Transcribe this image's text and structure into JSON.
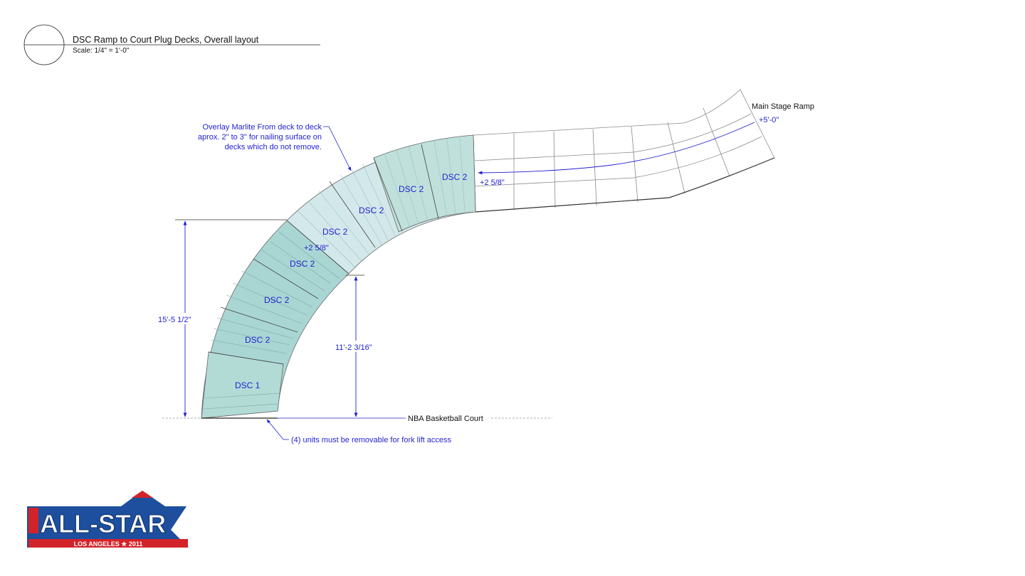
{
  "title_block": {
    "title": "DSC Ramp to Court Plug Decks, Overall layout",
    "scale": "Scale: 1/4\" = 1'-0\""
  },
  "labels": {
    "main_stage_ramp": "Main Stage Ramp",
    "court": "NBA Basketball Court"
  },
  "elevations": {
    "main_stage": "+5'-0\"",
    "ramp_end": "+2 5/8\"",
    "curve_mid": "+2 5/8\""
  },
  "dimensions": {
    "outer_height": "15'-5 1/2\"",
    "inner_height": "11'-2 3/16\""
  },
  "notes": {
    "overlay": [
      "Overlay Marlite From deck to deck",
      "aprox. 2\"  to 3\" for nailing surface on",
      "decks which do not remove."
    ],
    "removable": "(4) units must be removable for fork lift access"
  },
  "decks": [
    {
      "id": "dsc1",
      "label": "DSC 1"
    },
    {
      "id": "dsc2a",
      "label": "DSC 2"
    },
    {
      "id": "dsc2b",
      "label": "DSC 2"
    },
    {
      "id": "dsc2c",
      "label": "DSC 2"
    },
    {
      "id": "dsc2d",
      "label": "DSC 2"
    },
    {
      "id": "dsc2e",
      "label": "DSC 2"
    },
    {
      "id": "dsc2f",
      "label": "DSC 2"
    },
    {
      "id": "dsc2g",
      "label": "DSC 2"
    }
  ],
  "colors": {
    "deck_dark": "#a9d6d3",
    "deck_light": "#d3e8ea",
    "deck_teal_mid": "#bfe0db",
    "dimension_blue": "#1f1fd2",
    "line": "#444444"
  },
  "logo": {
    "wordmark": "ALL-STAR",
    "subline": "LOS ANGELES ★ 2011",
    "icon": "nba-all-star-logo"
  }
}
